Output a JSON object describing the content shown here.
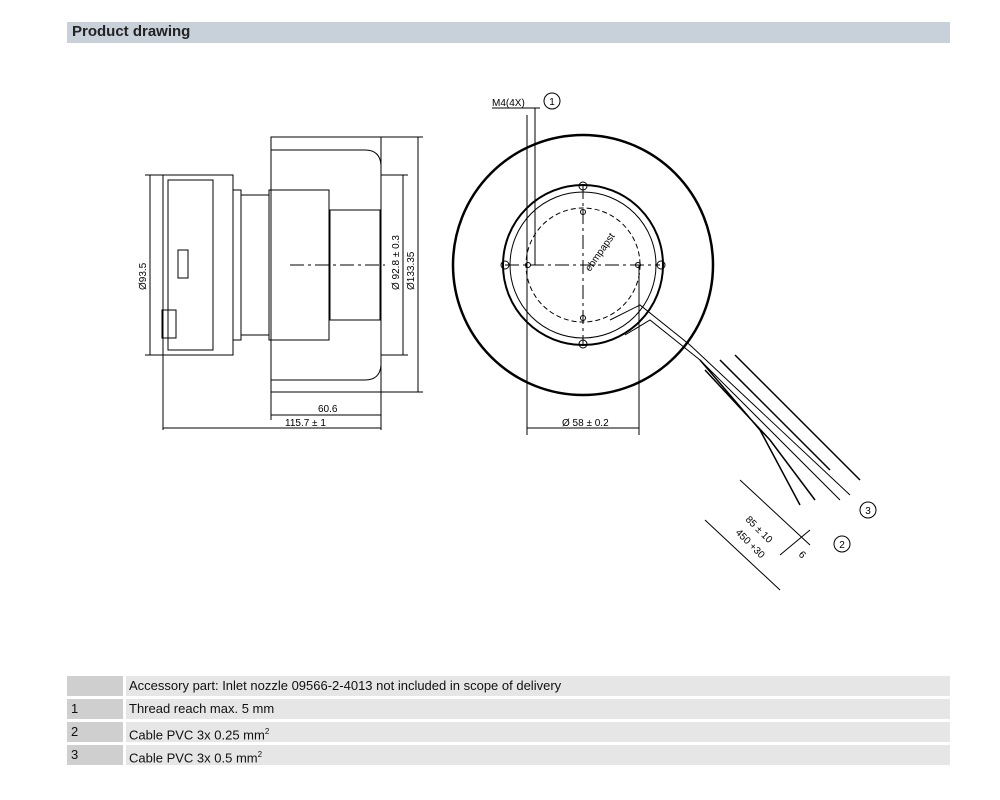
{
  "header": {
    "title": "Product drawing"
  },
  "drawing": {
    "side_view": {
      "dia_motor": "Ø93.5",
      "dia_inlet": "Ø 92.8 ± 0.3",
      "dia_outer": "Ø133.35",
      "len_impeller": "60.6",
      "len_total": "115.7 ± 1"
    },
    "front_view": {
      "thread": "M4(4X)",
      "hub_dia": "Ø 58 ± 0.2",
      "brand": "ebmpapst"
    },
    "cable": {
      "strip_len": "85 ± 10",
      "cable_len": "450 +30",
      "end_len": "6"
    },
    "callouts": [
      "1",
      "2",
      "3"
    ]
  },
  "notes": [
    {
      "num": "",
      "text": "Accessory part: Inlet nozzle 09566-2-4013 not included in scope of delivery",
      "sup": ""
    },
    {
      "num": "1",
      "text": "Thread reach max. 5 mm",
      "sup": ""
    },
    {
      "num": "2",
      "text": "Cable PVC 3x 0.25 mm",
      "sup": "2"
    },
    {
      "num": "3",
      "text": "Cable PVC 3x 0.5 mm",
      "sup": "2"
    }
  ]
}
